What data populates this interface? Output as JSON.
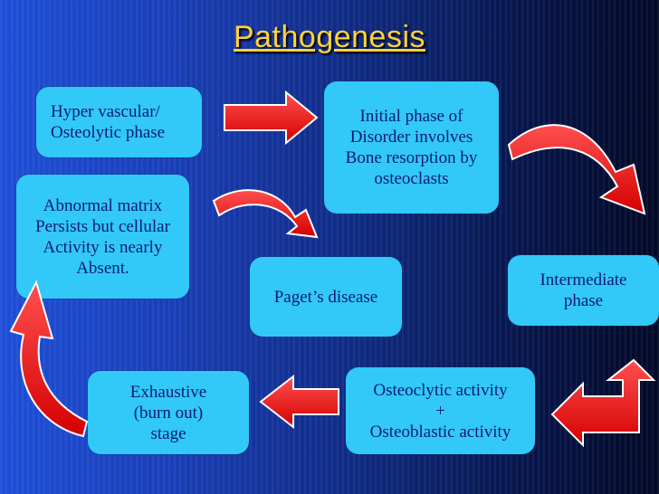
{
  "title": "Pathogenesis",
  "boxes": {
    "hyper_vascular": "Hyper vascular/\nOsteolytic phase",
    "initial_phase": "Initial phase of\nDisorder involves\nBone resorption by\nosteoclasts",
    "abnormal_matrix": "Abnormal matrix\nPersists but cellular\nActivity is nearly\nAbsent.",
    "pagets_disease": "Paget’s disease",
    "intermediate_phase": "Intermediate\nphase",
    "osteoclytic_activity": "Osteoclytic activity\n+\nOsteoblastic activity",
    "exhaustive_stage": "Exhaustive\n(burn out)\nstage"
  },
  "colors": {
    "box_fill": "#32c8f8",
    "box_text": "#0a1a7a",
    "title": "#ffd23a",
    "arrow": "#ff1a1a"
  }
}
